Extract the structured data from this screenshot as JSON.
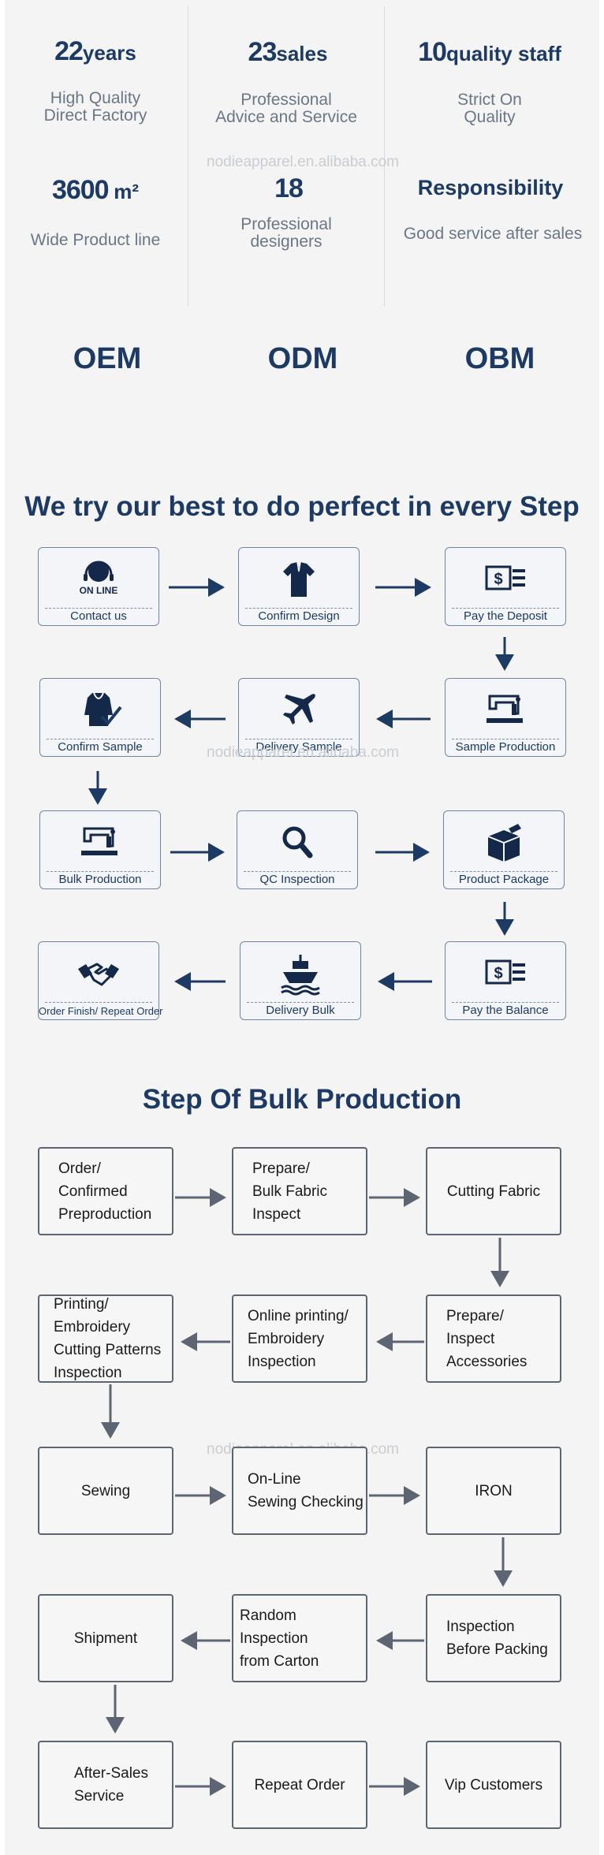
{
  "stats": [
    {
      "value": "22",
      "unit": "years",
      "desc": "High Quality\nDirect Factory"
    },
    {
      "value": "23",
      "unit": "sales",
      "desc": "Professional\nAdvice and Service"
    },
    {
      "value": "10",
      "unit": "quality staff",
      "desc": "Strict On\nQuality"
    },
    {
      "value": "3600",
      "unit": "m²",
      "desc": "Wide Product line"
    },
    {
      "value": "18",
      "unit": "",
      "desc": "Professional\ndesigners"
    },
    {
      "value": "Responsibility",
      "unit": "",
      "desc": "Good service after sales"
    }
  ],
  "watermark": "nodieapparel.en.alibaba.com",
  "models": [
    "OEM",
    "ODM",
    "OBM"
  ],
  "steps_section": {
    "title": "We try our best to do perfect in every Step",
    "steps": [
      {
        "label": "Contact us",
        "icon": "online-headset-icon"
      },
      {
        "label": "Confirm Design",
        "icon": "polo-shirt-icon"
      },
      {
        "label": "Pay the Deposit",
        "icon": "money-card-icon"
      },
      {
        "label": "Sample Production",
        "icon": "sewing-machine-icon"
      },
      {
        "label": "Delivery  Sample",
        "icon": "airplane-icon"
      },
      {
        "label": "Confirm  Sample",
        "icon": "jacket-check-icon"
      },
      {
        "label": "Bulk Production",
        "icon": "sewing-machine-icon"
      },
      {
        "label": "QC Inspection",
        "icon": "magnifier-icon"
      },
      {
        "label": "Product Package",
        "icon": "package-box-icon"
      },
      {
        "label": "Pay the Balance",
        "icon": "money-card-icon"
      },
      {
        "label": "Delivery Bulk",
        "icon": "ship-icon"
      },
      {
        "label": "Order Finish/ Repeat Order",
        "icon": "handshake-icon"
      }
    ],
    "online_badge": "ON LINE"
  },
  "bulk_section": {
    "title": "Step Of Bulk Production",
    "steps": [
      "Order/\nConfirmed\nPreproduction",
      "Prepare/\nBulk Fabric\nInspect",
      "Cutting Fabric",
      "Prepare/\nInspect\nAccessories",
      "Online printing/\nEmbroidery\nInspection",
      "Printing/\nEmbroidery\nCutting Patterns\nInspection",
      "Sewing",
      "On-Line\nSewing Checking",
      "IRON",
      "Inspection\nBefore Packing",
      "Random Inspection\nfrom Carton",
      "Shipment",
      "After-Sales\nService",
      "Repeat Order",
      "Vip Customers"
    ]
  },
  "colors": {
    "navy": "#1c3a63",
    "card_border": "#6f86a3",
    "box_border": "#5c6571",
    "background": "#f4f4f4"
  }
}
